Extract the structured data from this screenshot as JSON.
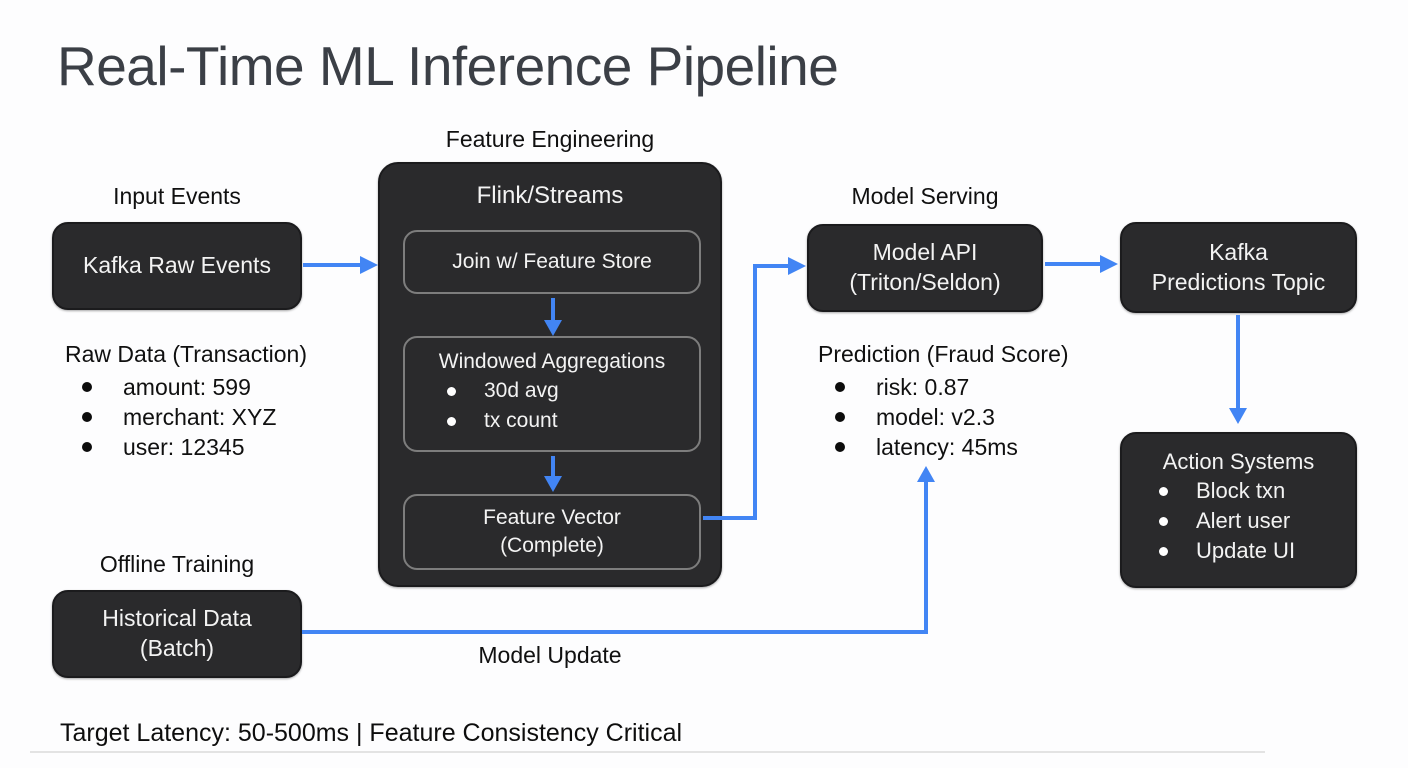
{
  "title": "Real-Time ML Inference Pipeline",
  "labels": {
    "feature_engineering": "Feature Engineering",
    "input_events": "Input Events",
    "model_serving": "Model Serving",
    "offline_training": "Offline Training",
    "model_update": "Model Update"
  },
  "nodes": {
    "kafka_raw_events": {
      "label": "Kafka Raw Events"
    },
    "flink": {
      "title": "Flink/Streams",
      "join": "Join w/ Feature Store",
      "windowed": {
        "title": "Windowed Aggregations",
        "items": [
          "30d avg",
          "tx count"
        ]
      },
      "feature_vector": {
        "line1": "Feature Vector",
        "line2": "(Complete)"
      }
    },
    "model_api": {
      "line1": "Model API",
      "line2": "(Triton/Seldon)"
    },
    "kafka_predictions": {
      "line1": "Kafka",
      "line2": "Predictions Topic"
    },
    "action_systems": {
      "title": "Action Systems",
      "items": [
        "Block txn",
        "Alert user",
        "Update UI"
      ]
    },
    "historical_data": {
      "line1": "Historical Data",
      "line2": "(Batch)"
    }
  },
  "annotations": {
    "raw_data": {
      "title": "Raw Data (Transaction)",
      "items": [
        "amount: 599",
        "merchant: XYZ",
        "user: 12345"
      ]
    },
    "prediction": {
      "title": "Prediction (Fraud Score)",
      "items": [
        "risk: 0.87",
        "model: v2.3",
        "latency: 45ms"
      ]
    }
  },
  "footer": "Target Latency: 50-500ms | Feature Consistency Critical",
  "colors": {
    "arrow_blue": "#4285f4",
    "node_background": "#2a2a2c",
    "inner_box_border": "#7d7d7d",
    "node_text": "#f3f3f3",
    "label_text": "#101010",
    "title_text": "#3b3f46"
  }
}
